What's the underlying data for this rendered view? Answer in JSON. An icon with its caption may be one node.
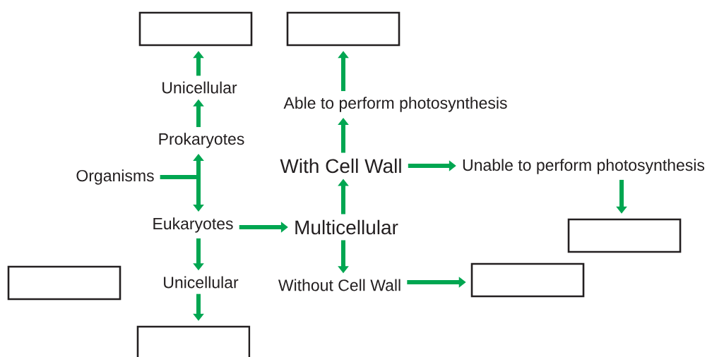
{
  "diagram": {
    "nodes": [
      {
        "text": [],
        "shape": "box"
      },
      {
        "text": [],
        "shape": "box"
      },
      {
        "text": [
          "Unicellular"
        ]
      },
      {
        "text": [
          "Able to perform photosynthesis"
        ]
      },
      {
        "text": [
          "Prokaryotes"
        ]
      },
      {
        "text": [
          "Organisms"
        ]
      },
      {
        "text": [
          "With Cell Wall"
        ]
      },
      {
        "text": [
          "Unable to perform photosynthesis"
        ]
      },
      {
        "text": [
          "Eukaryotes"
        ]
      },
      {
        "text": [
          "Multicellular"
        ]
      },
      {
        "text": [],
        "shape": "box"
      },
      {
        "text": [],
        "shape": "box"
      },
      {
        "text": [
          "Unicellular"
        ]
      },
      {
        "text": [
          "Without Cell Wall"
        ]
      },
      {
        "text": [],
        "shape": "box"
      },
      {
        "text": [],
        "shape": "box"
      }
    ],
    "edges": [
      {
        "from": 2,
        "to": 0,
        "arrow": "to"
      },
      {
        "from": 4,
        "to": 2,
        "arrow": "to"
      },
      {
        "from": 5,
        "to": 4,
        "arrow": "to"
      },
      {
        "from": 5,
        "to": 8,
        "arrow": "to"
      },
      {
        "from": 8,
        "to": 12,
        "arrow": "to"
      },
      {
        "from": 12,
        "to": 15,
        "arrow": "to"
      },
      {
        "from": 8,
        "to": 9,
        "arrow": "to"
      },
      {
        "from": 9,
        "to": 6,
        "arrow": "to"
      },
      {
        "from": 6,
        "to": 3,
        "arrow": "to"
      },
      {
        "from": 3,
        "to": 1,
        "arrow": "to"
      },
      {
        "from": 6,
        "to": 7,
        "arrow": "to"
      },
      {
        "from": 7,
        "to": 10,
        "arrow": "to"
      },
      {
        "from": 9,
        "to": 13,
        "arrow": "to"
      },
      {
        "from": 13,
        "to": 14,
        "arrow": "to"
      }
    ]
  }
}
